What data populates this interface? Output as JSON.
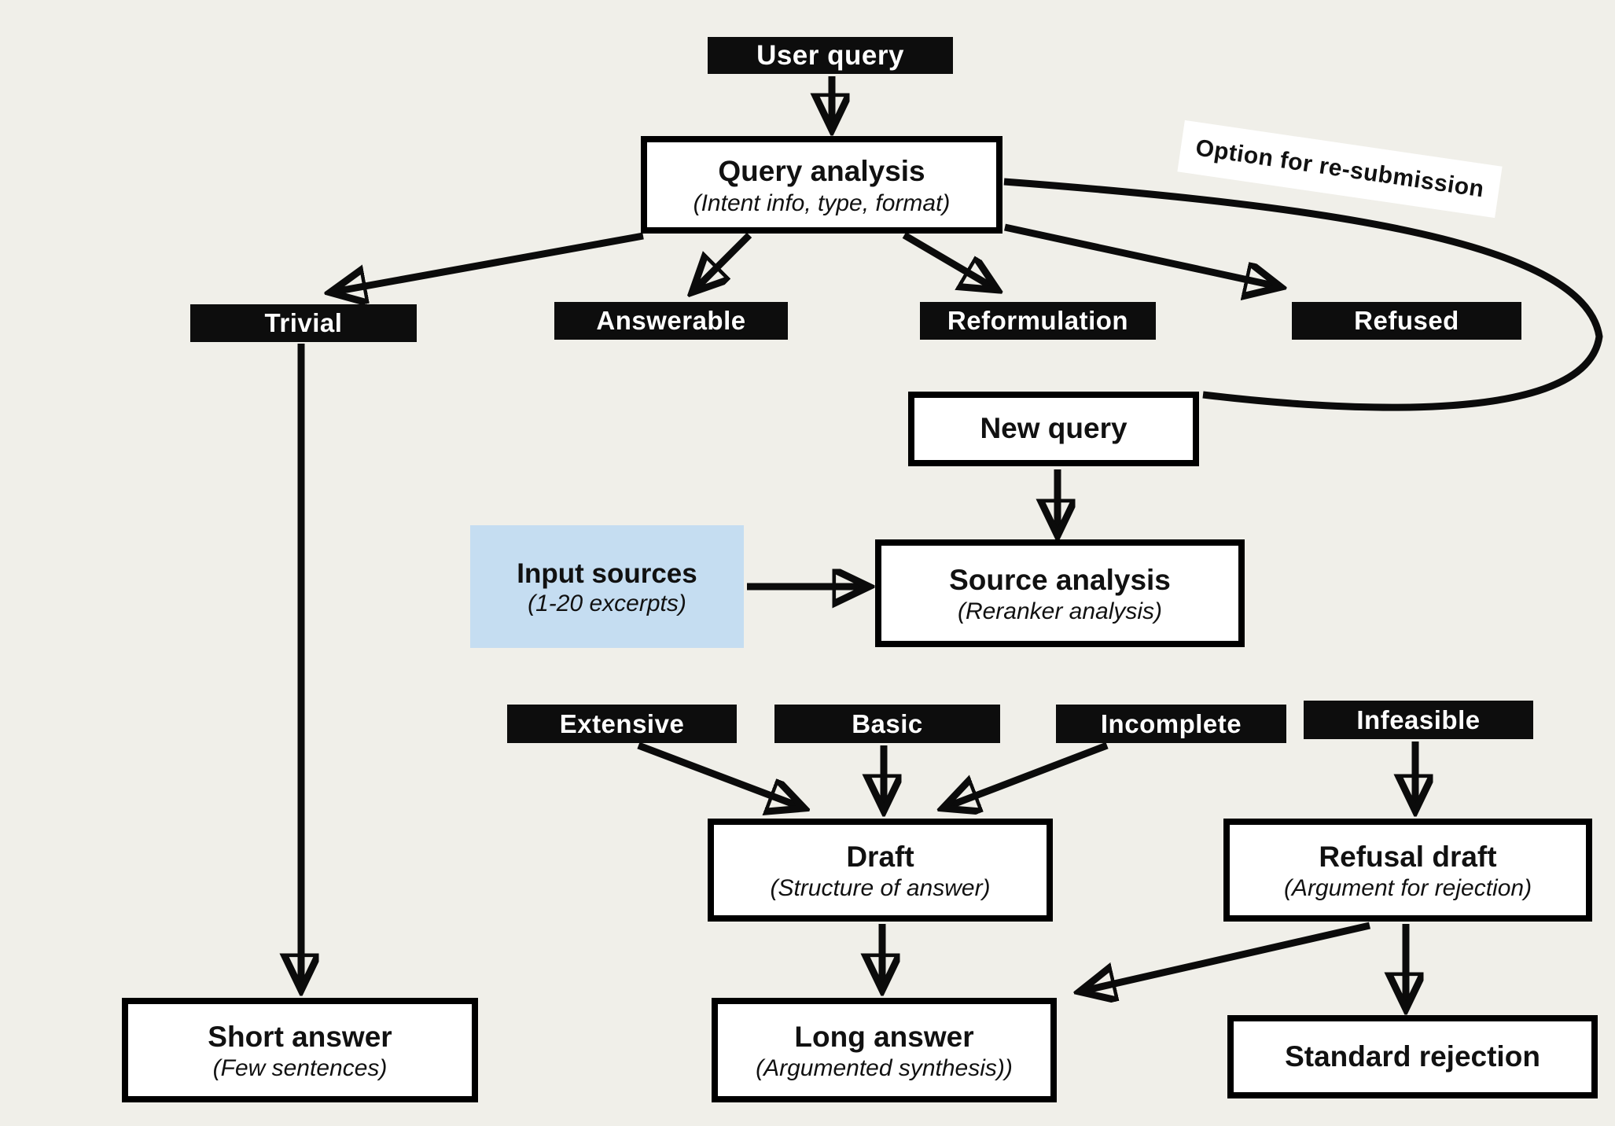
{
  "diagram": {
    "title_hint": "query answering pipeline flowchart",
    "colors": {
      "background": "#f0efe9",
      "node_black": "#0d0d0d",
      "node_black_text": "#ffffff",
      "node_white": "#ffffff",
      "node_border": "#000000",
      "node_blue": "#c5ddf1",
      "edge": "#0b0b0b"
    },
    "nodes": {
      "user_query": {
        "label": "User query"
      },
      "query_analysis": {
        "label": "Query analysis",
        "sublabel": "(Intent info, type, format)"
      },
      "trivial": {
        "label": "Trivial"
      },
      "answerable": {
        "label": "Answerable"
      },
      "reformulation": {
        "label": "Reformulation"
      },
      "refused": {
        "label": "Refused"
      },
      "new_query": {
        "label": "New query"
      },
      "input_sources": {
        "label": "Input sources",
        "sublabel": "(1-20 excerpts)"
      },
      "source_analysis": {
        "label": "Source analysis",
        "sublabel": "(Reranker analysis)"
      },
      "extensive": {
        "label": "Extensive"
      },
      "basic": {
        "label": "Basic"
      },
      "incomplete": {
        "label": "Incomplete"
      },
      "infeasible": {
        "label": "Infeasible"
      },
      "draft": {
        "label": "Draft",
        "sublabel": "(Structure of answer)"
      },
      "refusal_draft": {
        "label": "Refusal draft",
        "sublabel": "(Argument for rejection)"
      },
      "short_answer": {
        "label": "Short answer",
        "sublabel": "(Few sentences)"
      },
      "long_answer": {
        "label": "Long answer",
        "sublabel": "(Argumented synthesis))"
      },
      "standard_rejection": {
        "label": "Standard rejection"
      }
    },
    "edge_labels": {
      "resubmission": "Option for re-submission"
    }
  }
}
